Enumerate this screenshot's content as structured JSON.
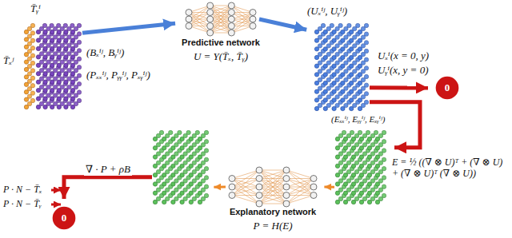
{
  "diagram": {
    "nodes": [
      {
        "text": [
          "T̄ᵧⁱ",
          "T̄ₓʲ",
          "(Bₓⁱʲ, Bᵧⁱʲ)"
        ]
      },
      {
        "text": [
          "Predictive network",
          "U = Υ(T̄ₓ, T̄ᵧ)"
        ]
      },
      {
        "text": [
          "(Uₓⁱʲ, Uᵧⁱʲ)"
        ]
      },
      {
        "text": [
          "0"
        ]
      },
      {
        "text": [
          "(Pₓₓⁱʲ, Pᵧᵧⁱʲ, Pₓᵧⁱʲ)"
        ]
      },
      {
        "text": [
          "Explanatory network",
          "P = H(E)"
        ]
      },
      {
        "text": [
          "(Eₓₓⁱʲ, Eᵧᵧⁱʲ, Eₓᵧⁱʲ)",
          "E = ½ ((∇ ⊗ U)ᵀ + (∇ ⊗ U) + (∇ ⊗ U)ᵀ (∇ ⊗ U))"
        ]
      },
      {
        "text": [
          "0"
        ]
      }
    ],
    "edges": [
      {
        "from": 0,
        "to": 1,
        "arrow": "to"
      },
      {
        "from": 1,
        "to": 2,
        "arrow": "to"
      },
      {
        "from": 2,
        "to": 3,
        "arrow": "to"
      },
      {
        "from": 2,
        "to": 6,
        "arrow": "to"
      },
      {
        "from": 6,
        "to": 5,
        "arrow": "to"
      },
      {
        "from": 5,
        "to": 4,
        "arrow": "to"
      },
      {
        "from": 4,
        "to": 7,
        "label": "∇ · P + ρB",
        "arrow": "to"
      }
    ],
    "labels": [
      "Uₓⁱ(x = 0, y)",
      "Uᵧⁱ(x, y = 0)",
      "P · N − T̄ₓ",
      "P · N − T̄ᵧ"
    ]
  }
}
